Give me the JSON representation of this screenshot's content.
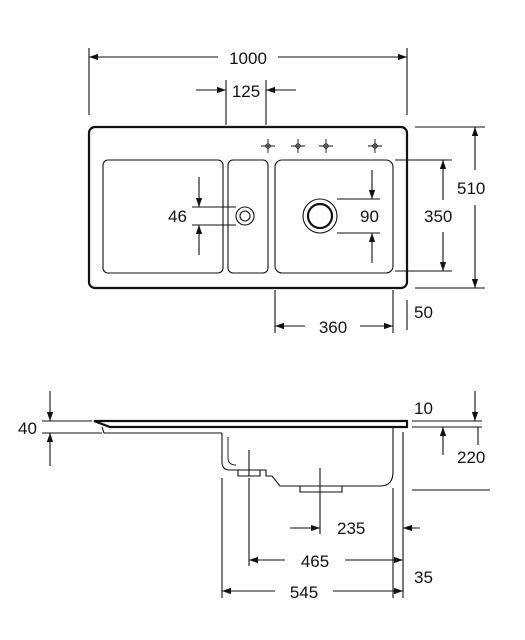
{
  "dimensions": {
    "total_width": "1000",
    "tap_hole_spacing": "125",
    "total_depth": "510",
    "bowl_depth": "350",
    "drain_small": "46",
    "drain_large": "90",
    "bowl_width": "360",
    "edge_offset": "50",
    "deck_thickness": "40",
    "rim_thickness": "10",
    "bowl_height": "220",
    "drain_offset": "235",
    "inner_width": "465",
    "cabinet_width": "545",
    "end_offset": "35"
  }
}
